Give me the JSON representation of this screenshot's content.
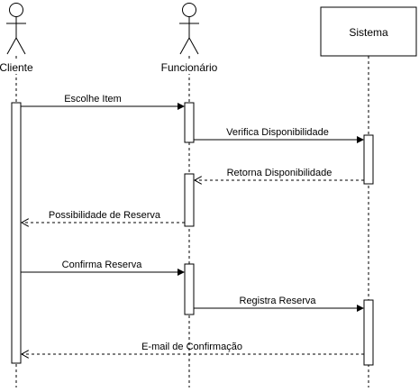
{
  "participants": {
    "cliente": "Cliente",
    "funcionario": "Funcionário",
    "sistema": "Sistema"
  },
  "messages": [
    {
      "from": "cliente",
      "to": "funcionario",
      "label": "Escolhe Item",
      "kind": "sync"
    },
    {
      "from": "funcionario",
      "to": "sistema",
      "label": "Verifica Disponibilidade",
      "kind": "sync"
    },
    {
      "from": "sistema",
      "to": "funcionario",
      "label": "Retorna Disponibilidade",
      "kind": "return"
    },
    {
      "from": "funcionario",
      "to": "cliente",
      "label": "Possibilidade de Reserva",
      "kind": "return"
    },
    {
      "from": "cliente",
      "to": "funcionario",
      "label": "Confirma Reserva",
      "kind": "sync"
    },
    {
      "from": "funcionario",
      "to": "sistema",
      "label": "Registra Reserva",
      "kind": "sync"
    },
    {
      "from": "sistema",
      "to": "cliente",
      "label": "E-mail de Confirmação",
      "kind": "return"
    }
  ]
}
